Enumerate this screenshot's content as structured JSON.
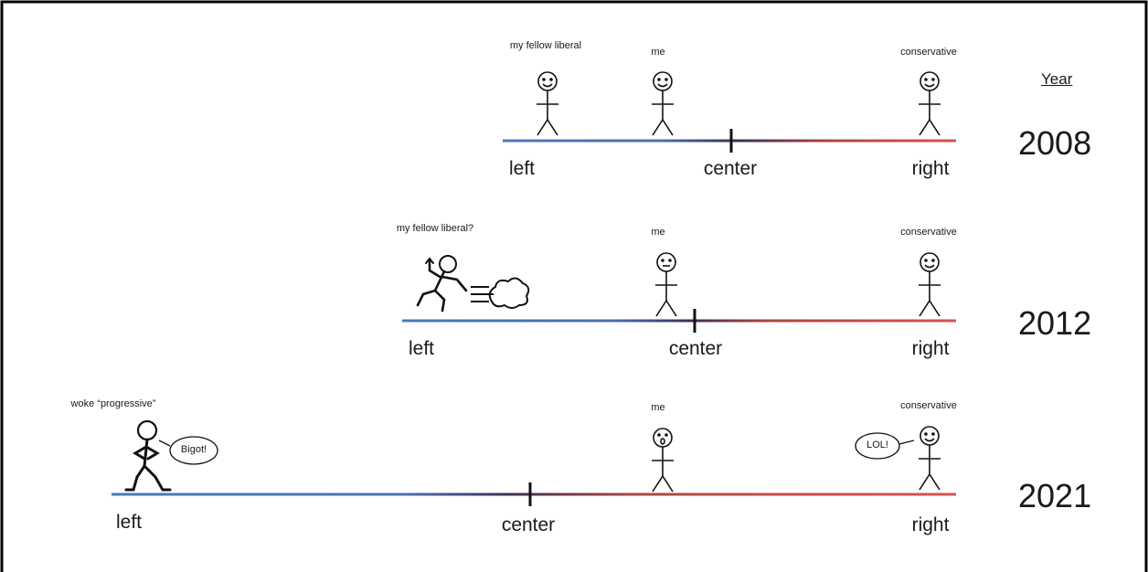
{
  "header": {
    "year_label": "Year"
  },
  "rows": [
    {
      "year": "2008",
      "axis": {
        "left": "left",
        "center": "center",
        "right": "right"
      },
      "figures": {
        "liberal": "my fellow liberal",
        "me": "me",
        "conservative": "conservative"
      }
    },
    {
      "year": "2012",
      "axis": {
        "left": "left",
        "center": "center",
        "right": "right"
      },
      "figures": {
        "liberal": "my fellow liberal?",
        "me": "me",
        "conservative": "conservative"
      }
    },
    {
      "year": "2021",
      "axis": {
        "left": "left",
        "center": "center",
        "right": "right"
      },
      "figures": {
        "liberal": "woke “progressive”",
        "me": "me",
        "conservative": "conservative"
      },
      "speech": {
        "liberal": "Bigot!",
        "conservative": "LOL!"
      }
    }
  ],
  "colors": {
    "left": "#4a79b8",
    "mid": "#3a2f55",
    "right": "#d9534f",
    "border": "#000000"
  }
}
